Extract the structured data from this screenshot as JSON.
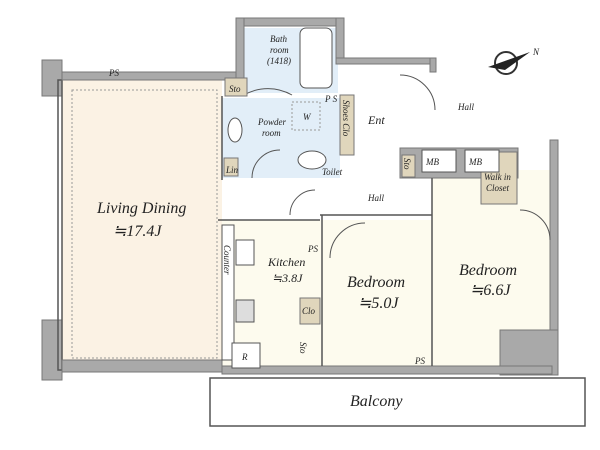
{
  "rooms": {
    "living_dining": {
      "label": "Living Dining",
      "area": "≒17.4J"
    },
    "kitchen": {
      "label": "Kitchen",
      "area": "≒3.8J"
    },
    "bedroom1": {
      "label": "Bedroom",
      "area": "≒5.0J"
    },
    "bedroom2": {
      "label": "Bedroom",
      "area": "≒6.6J"
    },
    "bath": {
      "label1": "Bath",
      "label2": "room",
      "label3": "(1418)"
    },
    "powder": {
      "label1": "Powder",
      "label2": "room"
    },
    "toilet": "Toilet",
    "ent": "Ent",
    "hall_upper": "Hall",
    "hall_lower": "Hall",
    "balcony": "Balcony",
    "walk_in": {
      "label1": "Walk in",
      "label2": "Closet"
    },
    "counter": "Counter"
  },
  "labels": {
    "sto": "Sto",
    "ps": "PS",
    "ps_v": "P S",
    "mb": "MB",
    "clo": "Clo",
    "shoes_clo": "Shoes Clo",
    "lin": "Lin",
    "w": "W",
    "r": "R",
    "north": "N"
  }
}
